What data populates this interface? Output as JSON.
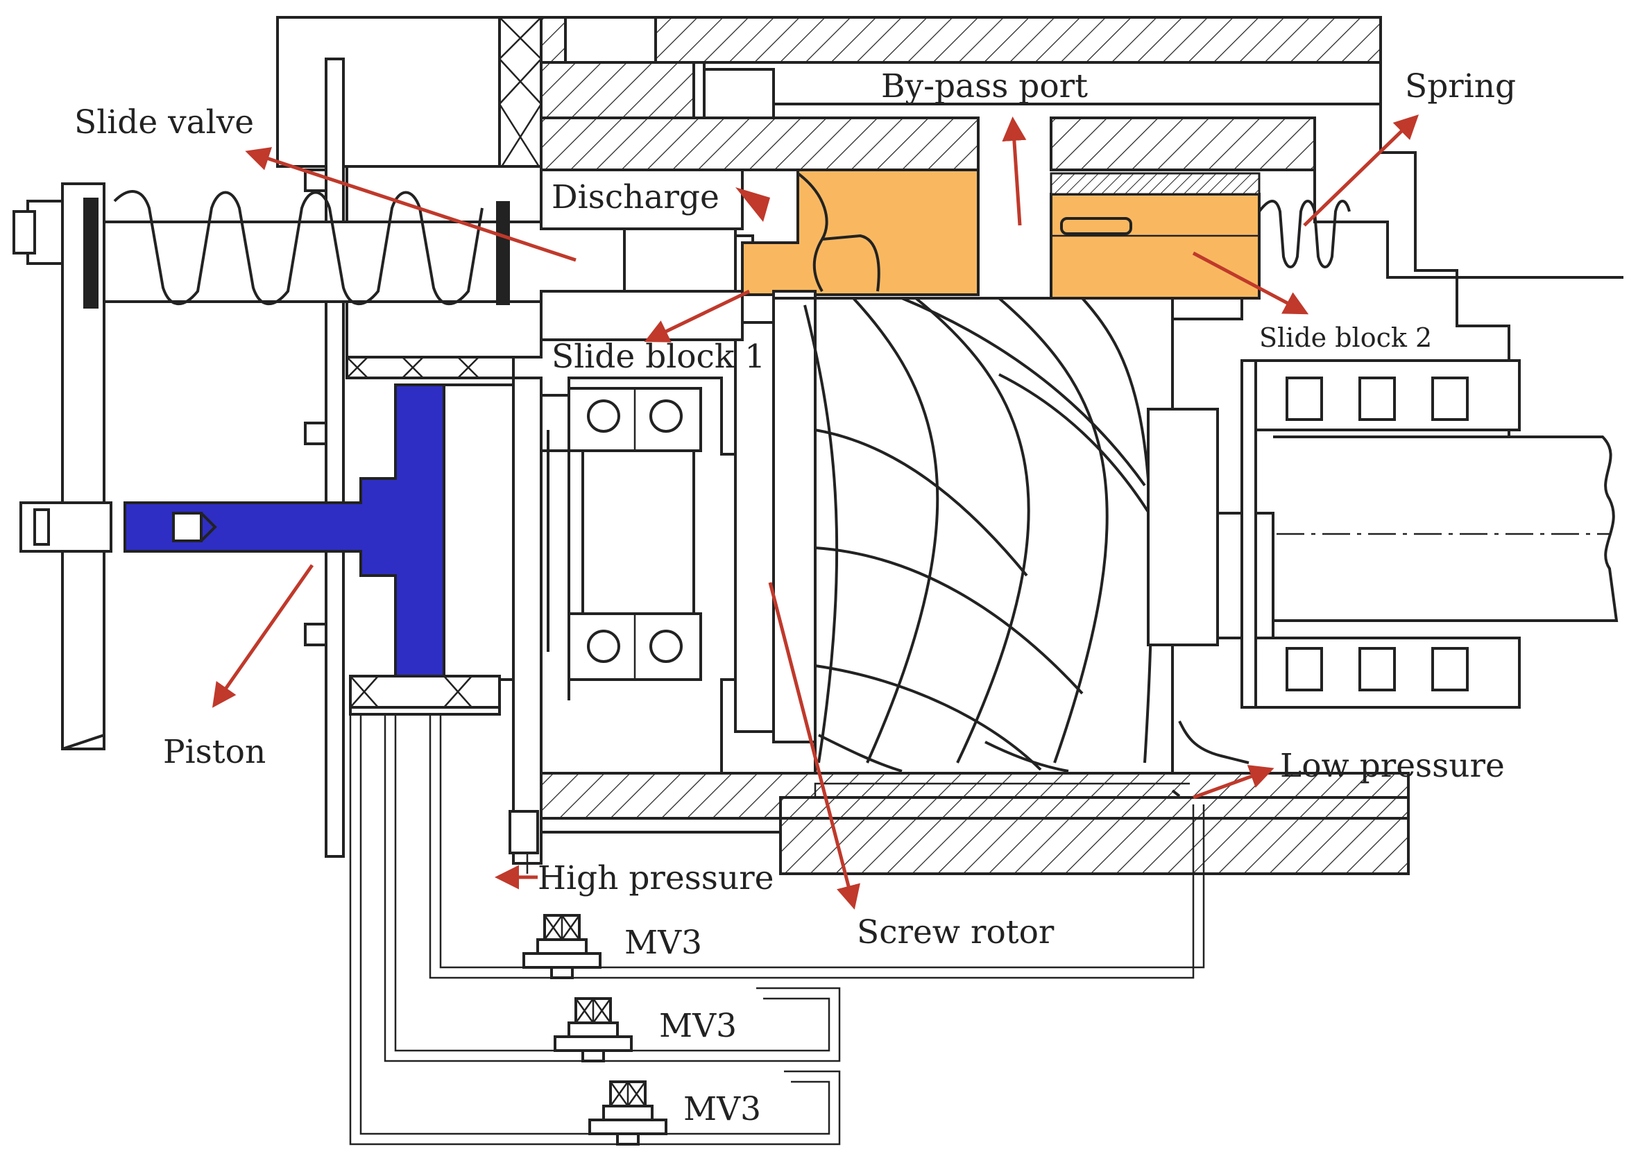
{
  "labels": {
    "slide_valve": "Slide valve",
    "discharge": "Discharge",
    "by_pass_port": "By-pass port",
    "spring": "Spring",
    "slide_block_1": "Slide block 1",
    "slide_block_2": "Slide block 2",
    "piston": "Piston",
    "low_pressure": "Low pressure",
    "high_pressure": "High pressure",
    "screw_rotor": "Screw rotor",
    "valves": [
      "MV3",
      "MV3",
      "MV3"
    ]
  },
  "colors": {
    "slide_block": "#f9b860",
    "piston": "#2e2ec4",
    "arrow": "#c0392b",
    "line": "#222222"
  }
}
